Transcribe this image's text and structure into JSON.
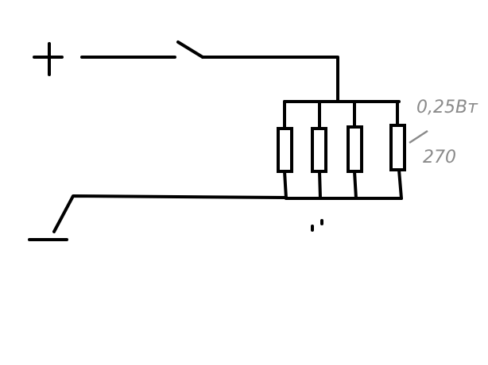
{
  "diagram": {
    "plus_symbol": "+",
    "minus_symbol": "−",
    "resistor_count": 4,
    "annotation_power": "0,25Вт",
    "annotation_resistance": "270",
    "colors": {
      "wire": "#000000",
      "annotation": "#8a8a8a"
    }
  }
}
